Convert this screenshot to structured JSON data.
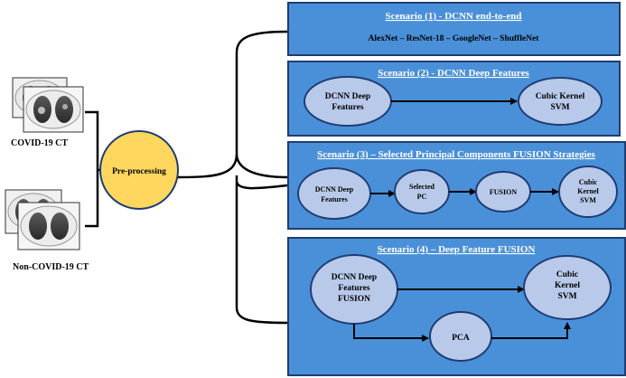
{
  "inputs": {
    "covid_label": "COVID-19 CT",
    "noncovid_label": "Non-COVID-19 CT"
  },
  "preprocess": {
    "label": "Pre-processing"
  },
  "scenario1": {
    "title": "Scenario (1) - DCNN end-to-end",
    "models": "AlexNet – ResNet-18 – GoogleNet – ShuffleNet"
  },
  "scenario2": {
    "title": "Scenario (2) - DCNN Deep Features",
    "node1_line1": "DCNN Deep",
    "node1_line2": "Features",
    "node2_line1": "Cubic Kernel",
    "node2_line2": "SVM"
  },
  "scenario3": {
    "title": "Scenario (3) – Selected Principal Components FUSION Strategies",
    "node1_line1": "DCNN Deep",
    "node1_line2": "Features",
    "node2_line1": "Selected",
    "node2_line2": "PC",
    "node3": "FUSION",
    "node4_line1": "Cubic",
    "node4_line2": "Kernel",
    "node4_line3": "SVM"
  },
  "scenario4": {
    "title": "Scenario (4) – Deep Feature FUSION",
    "node1_line1": "DCNN Deep",
    "node1_line2": "Features",
    "node1_line3": "FUSION",
    "node2_line1": "Cubic",
    "node2_line2": "Kernel",
    "node2_line3": "SVM",
    "node3": "PCA"
  },
  "colors": {
    "box_fill": "#4a90d9",
    "node_fill": "#b8c9ea",
    "preprocess_fill": "#ffd75e",
    "border": "#1f3d73"
  }
}
